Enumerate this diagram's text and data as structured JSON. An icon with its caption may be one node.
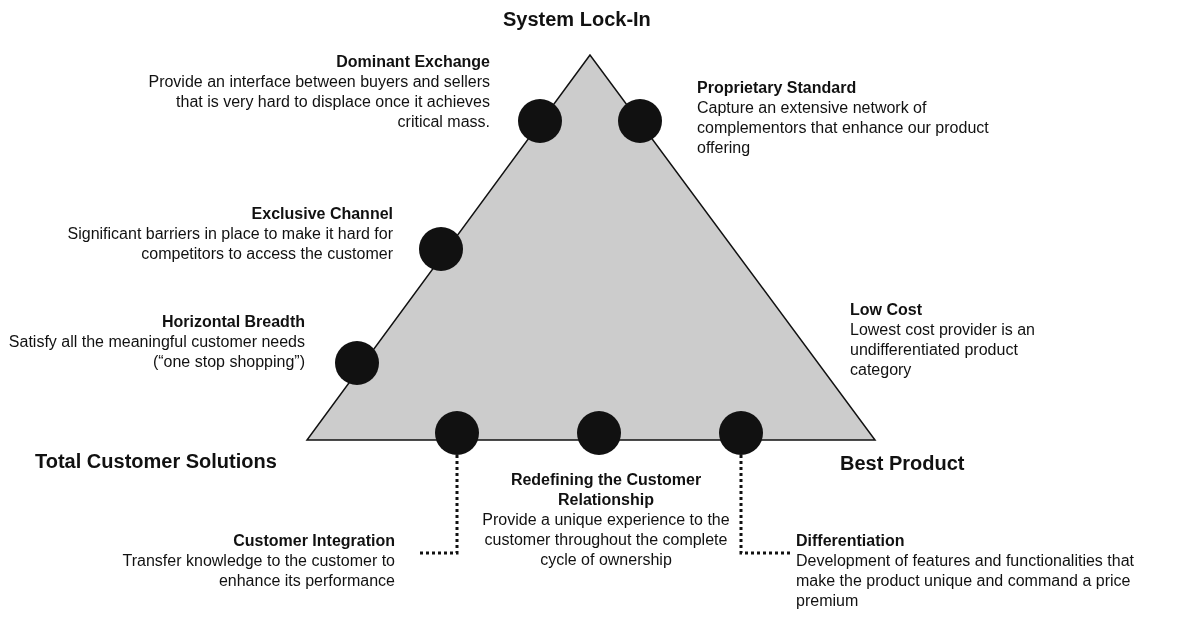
{
  "diagram": {
    "nodes": [
      {
        "text": [],
        "shape": "triangle"
      },
      {
        "text": [
          "Dominant Exchange",
          "Provide an interface between buyers and sellers that is very hard to displace once it achieves critical mass."
        ]
      },
      {
        "text": [],
        "shape": "circle"
      },
      {
        "text": [],
        "shape": "circle"
      },
      {
        "text": [
          "Proprietary Standard",
          "Capture an extensive network of complementors that enhance our product offering"
        ]
      },
      {
        "text": [
          "Exclusive Channel",
          "Significant barriers in place to make it hard for competitors to access the customer"
        ]
      },
      {
        "text": [],
        "shape": "circle"
      },
      {
        "text": [
          "Horizontal Breadth",
          "Satisfy all the meaningful customer needs (“one stop shopping”)"
        ]
      },
      {
        "text": [
          "Low Cost",
          "Lowest cost provider is an undifferentiated product category"
        ]
      },
      {
        "text": [],
        "shape": "circle"
      },
      {
        "text": [],
        "shape": "circle"
      },
      {
        "text": [],
        "shape": "circle"
      },
      {
        "text": [],
        "shape": "circle"
      },
      {
        "text": [
          "Redefining the Customer Relationship",
          "Provide a unique experience to the customer throughout the complete cycle of ownership"
        ]
      },
      {
        "text": [
          "Customer Integration",
          "Transfer knowledge to the customer to enhance its performance"
        ]
      },
      {
        "text": [
          "Differentiation",
          "Development of features and functionalities that make the product unique and command a price premium"
        ]
      }
    ],
    "edges": [
      {
        "from": 14,
        "to": 10,
        "arrow": "none",
        "style": "dashed"
      },
      {
        "from": 15,
        "to": 12,
        "arrow": "none",
        "style": "dashed"
      }
    ],
    "labels": [
      "System Lock-In",
      "Total Customer Solutions",
      "Best Product"
    ]
  }
}
